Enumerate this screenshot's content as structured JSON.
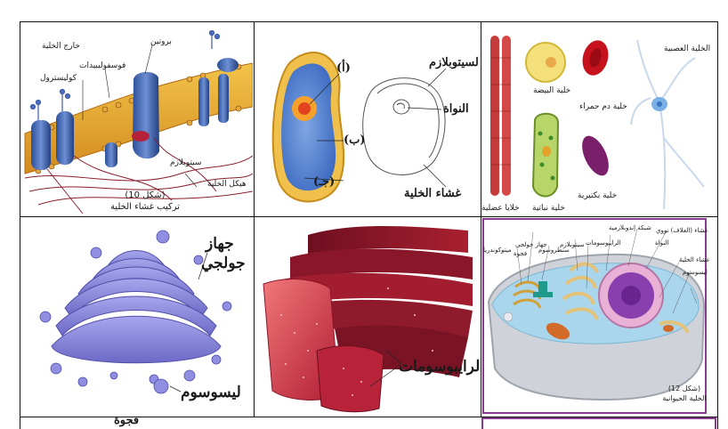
{
  "membrane": {
    "outside": "خارج الخلية",
    "protein": "بروتين",
    "phospholipids": "فوسفوليبيدات",
    "cholesterol": "كوليسترول",
    "cytoplasm": "سيتوبلازم",
    "cytoskeleton": "هيكل الخلية",
    "figure": "(شكل 10)",
    "caption": "تركيب غشاء الخلية"
  },
  "structure": {
    "a": "(أ)",
    "b": "(ب)",
    "c": "(جـ)",
    "cytoplasm": "السيتوبلازم",
    "nucleus": "النواة",
    "membrane": "غشاء الخلية"
  },
  "celltypes": {
    "nerve": "الخلية العصبية",
    "egg": "خلية البيضة",
    "red_blood": "خلية دم حمراء",
    "plant": "خلية نباتية",
    "bacteria": "خلية بكتيرية",
    "muscle": "خلايا عضلية"
  },
  "golgi": {
    "label_line1": "جهاز",
    "label_line2": "جولجي",
    "lysosome": "ليسوسوم"
  },
  "er": {
    "ribosomes": "الرايبوسومات"
  },
  "animal": {
    "golgi": "جهاز جولجي",
    "vacuole": "فجوة",
    "mitochondria": "ميتوكوندريا",
    "cytoplasm": "سيتوبلازم",
    "centrosome": "سنطروسوم",
    "ribosomes": "الرايبوسومات",
    "er": "شبكة إندوبلازمية",
    "nuclear_membrane": "غشاء (الغلاف) نووي",
    "nucleus": "النواة",
    "cell_membrane": "غشاء الخلية",
    "lysosome": "ليسوسوم",
    "figure": "(شكل 12)",
    "caption": "الخلية الحيوانية"
  },
  "bottom": {
    "vacuole": "فجوة"
  }
}
